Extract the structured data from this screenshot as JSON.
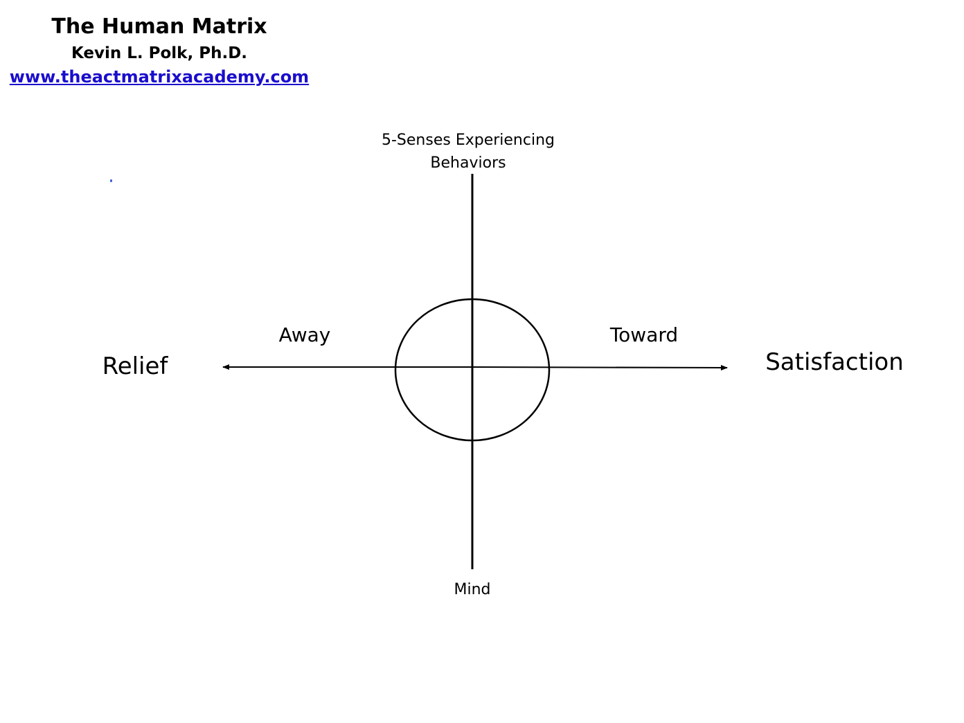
{
  "header": {
    "title": "The Human Matrix",
    "author": "Kevin L. Polk, Ph.D.",
    "website": "www.theactmatrixacademy.com"
  },
  "diagram": {
    "top_label_line1": "5-Senses Experiencing",
    "top_label_line2": "Behaviors",
    "bottom_label": "Mind",
    "left_small_label": "Away",
    "right_small_label": "Toward",
    "left_label": "Relief",
    "right_label": "Satisfaction"
  },
  "colors": {
    "link": "#1a0dcc",
    "lines": "#000000",
    "background": "#ffffff"
  }
}
